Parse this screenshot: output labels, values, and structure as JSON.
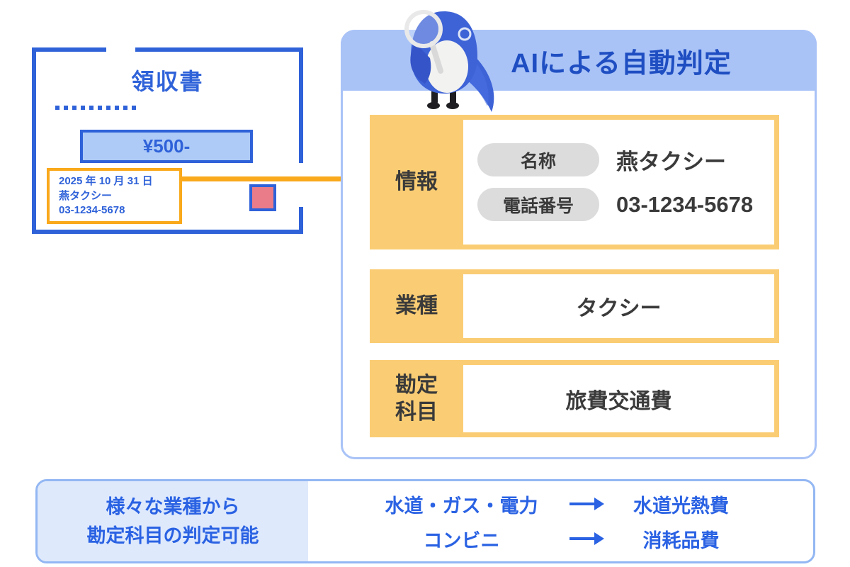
{
  "colors": {
    "blue": "#2F62D9",
    "light_blue_fill": "#AECBF7",
    "header_blue": "#A9C3F7",
    "title_blue": "#1F4EC2",
    "orange": "#F9A91B",
    "row_orange": "#FACD74",
    "pill_gray": "#DCDCDC",
    "text_dark": "#3A3A3A",
    "stamp_red": "#E97C88",
    "footer_blue": "#2A62E3",
    "footer_bg": "#DEE9FC"
  },
  "receipt": {
    "title": "領収書",
    "amount": "¥500-",
    "date": "2025 年 10 月 31 日",
    "vendor": "燕タクシー",
    "phone": "03-1234-5678"
  },
  "panel": {
    "title": "AIによる自動判定",
    "rows": [
      {
        "label": "情報",
        "fields": [
          {
            "tag": "名称",
            "value": "燕タクシー"
          },
          {
            "tag": "電話番号",
            "value": "03-1234-5678"
          }
        ]
      },
      {
        "label": "業種",
        "value": "タクシー"
      },
      {
        "label_lines": [
          "勘定",
          "科目"
        ],
        "value": "旅費交通費"
      }
    ]
  },
  "footer": {
    "caption_lines": [
      "様々な業種から",
      "勘定科目の判定可能"
    ],
    "examples": [
      {
        "from": "水道・ガス・電力",
        "to": "水道光熱費"
      },
      {
        "from": "コンビニ",
        "to": "消耗品費"
      }
    ]
  }
}
